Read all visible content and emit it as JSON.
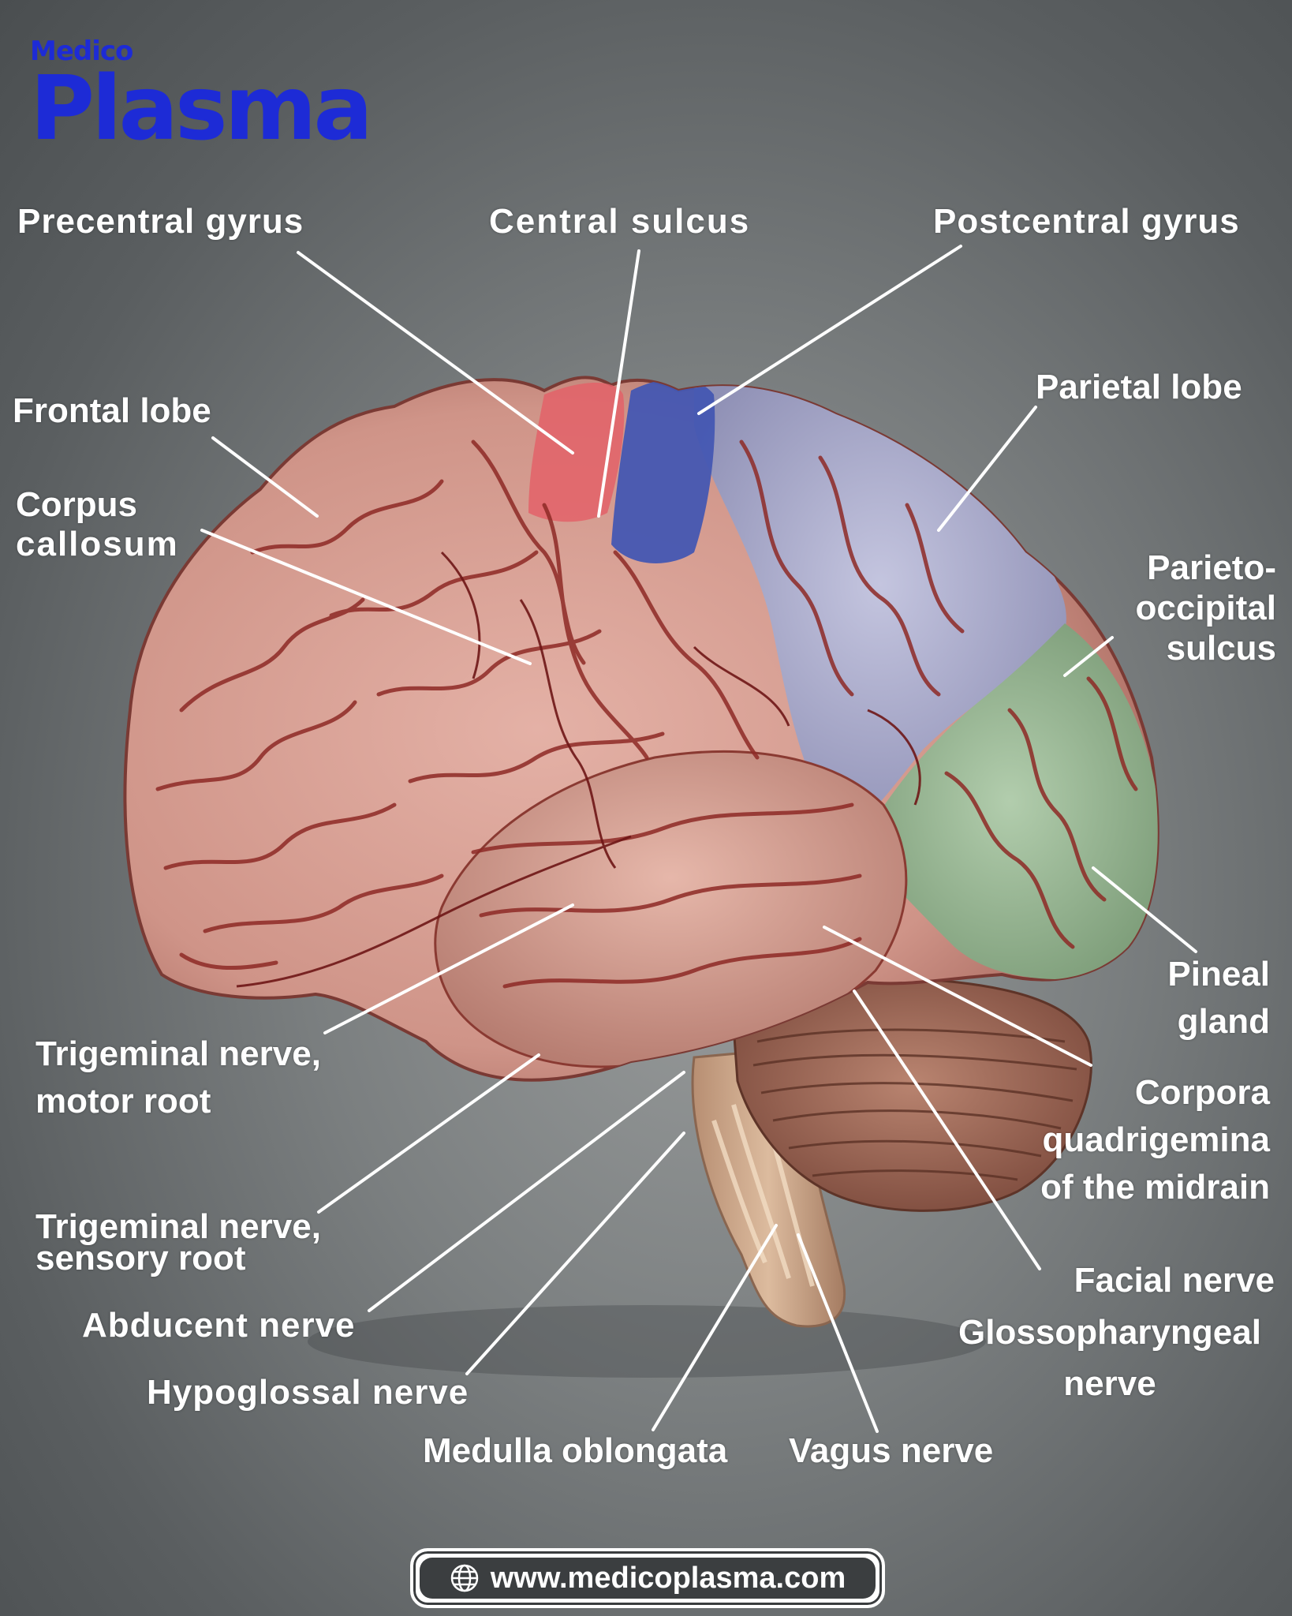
{
  "logo": {
    "line1": "Medico",
    "line2": "Plasma"
  },
  "labels": {
    "precentral_gyrus": "Precentral gyrus",
    "central_sulcus": "Central sulcus",
    "postcentral_gyrus": "Postcentral gyrus",
    "frontal_lobe": "Frontal lobe",
    "parietal_lobe": "Parietal lobe",
    "corpus_callosum_1": "Corpus",
    "corpus_callosum_2": "callosum",
    "parieto_occipital_1": "Parieto-",
    "parieto_occipital_2": "occipital",
    "parieto_occipital_3": "sulcus",
    "pineal_1": "Pineal",
    "pineal_2": "gland",
    "trigeminal_motor_1": "Trigeminal nerve,",
    "trigeminal_motor_2": "motor root",
    "corpora_1": "Corpora",
    "corpora_2": "quadrigemina",
    "corpora_3": "of the midrain",
    "trigeminal_sensory_1": "Trigeminal nerve,",
    "trigeminal_sensory_2": "sensory root",
    "facial_nerve": "Facial nerve",
    "glosso_1": "Glossopharyngeal",
    "glosso_2": "nerve",
    "abducent_nerve": "Abducent nerve",
    "hypoglossal_nerve": "Hypoglossal nerve",
    "medulla_oblongata": "Medulla oblongata",
    "vagus_nerve": "Vagus nerve"
  },
  "footer": {
    "url": "www.medicoplasma.com",
    "icon": "globe-icon"
  },
  "colors": {
    "brand": "#1d2bd6",
    "frontal": "#d69c92",
    "precentral": "#e0646a",
    "postcentral": "#4558b0",
    "parietal": "#aeb0cf",
    "occipital": "#9cbc98",
    "temporal": "#d8a596",
    "cerebellum": "#a06d5c",
    "vessels": "#7d1a1a"
  }
}
